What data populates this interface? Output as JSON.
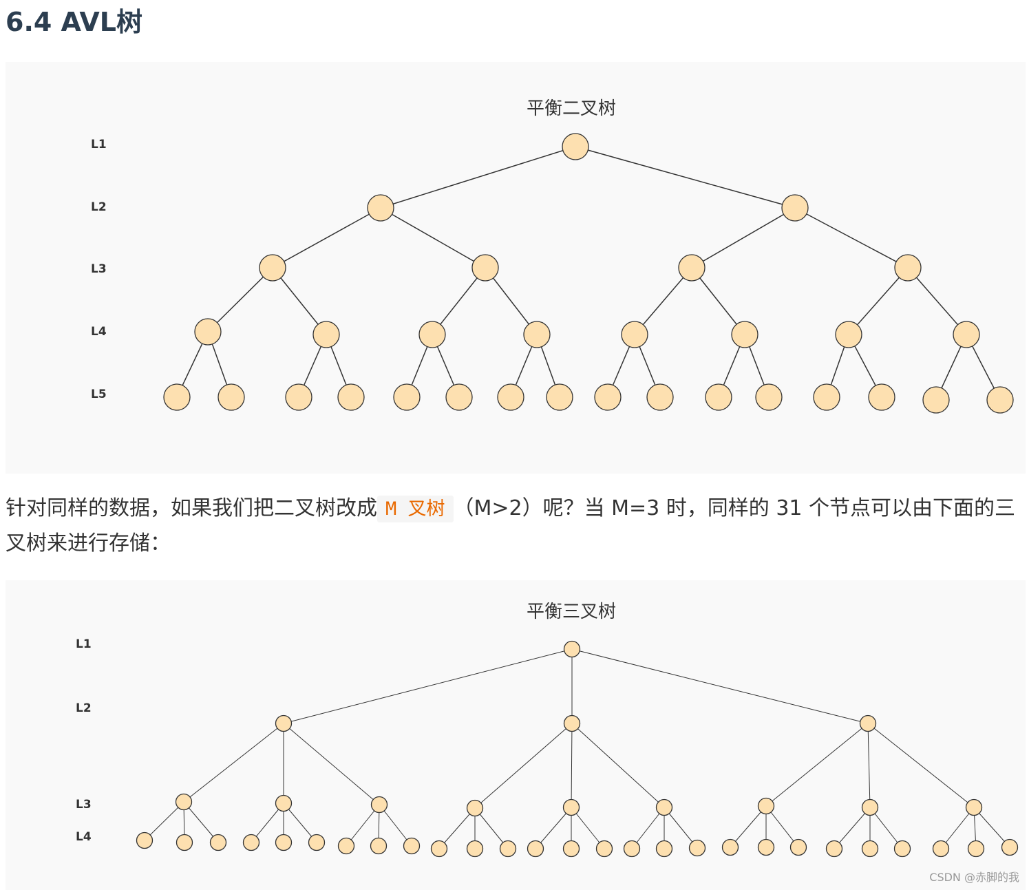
{
  "heading": "6.4 AVL树",
  "figure1": {
    "title": "平衡二叉树",
    "levels": [
      "L1",
      "L2",
      "L3",
      "L4",
      "L5"
    ],
    "node_fill": "#fde0b0",
    "node_stroke": "#333333",
    "edge_color": "#333333"
  },
  "paragraph": {
    "before": "针对同样的数据，如果我们把二叉树改成",
    "code": "M 叉树",
    "after": "（M>2）呢？当 M=3 时，同样的 31 个节点可以由下面的三叉树来进行存储："
  },
  "figure2": {
    "title": "平衡三叉树",
    "levels": [
      "L1",
      "L2",
      "L3",
      "L4"
    ],
    "node_fill": "#fde0b0",
    "node_stroke": "#333333",
    "edge_color": "#333333"
  },
  "watermark": "CSDN @赤脚的我"
}
